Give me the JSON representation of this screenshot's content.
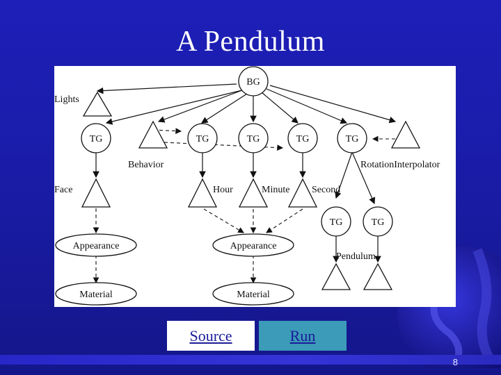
{
  "slide": {
    "title": "A Pendulum",
    "page_number": "8"
  },
  "buttons": {
    "source_label": "Source",
    "run_label": "Run"
  },
  "diagram": {
    "nodes": {
      "bg": "BG",
      "tg": "TG",
      "appearance": "Appearance",
      "material": "Material"
    },
    "labels": {
      "lights": "Lights",
      "behavior": "Behavior",
      "rotation_interpolator": "RotationInterpolator",
      "face": "Face",
      "hour": "Hour",
      "minute": "Minute",
      "second": "Second",
      "pendulum": "Pendulum"
    }
  },
  "colors": {
    "background": "#1d1fb8",
    "run_button": "#3b9bb8",
    "link_text": "#1a1a9a"
  }
}
